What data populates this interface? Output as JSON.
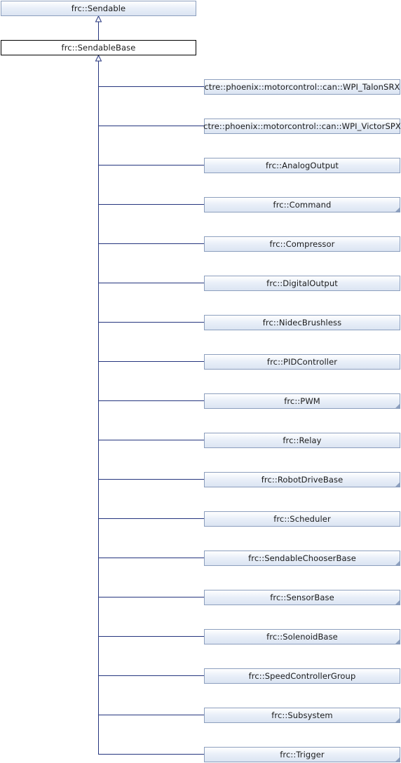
{
  "base_class": "frc::Sendable",
  "current_class": "frc::SendableBase",
  "derived_classes": [
    {
      "name": "ctre::phoenix::motorcontrol::can::WPI_TalonSRX",
      "has_more": false
    },
    {
      "name": "ctre::phoenix::motorcontrol::can::WPI_VictorSPX",
      "has_more": false
    },
    {
      "name": "frc::AnalogOutput",
      "has_more": false
    },
    {
      "name": "frc::Command",
      "has_more": true
    },
    {
      "name": "frc::Compressor",
      "has_more": false
    },
    {
      "name": "frc::DigitalOutput",
      "has_more": false
    },
    {
      "name": "frc::NidecBrushless",
      "has_more": false
    },
    {
      "name": "frc::PIDController",
      "has_more": false
    },
    {
      "name": "frc::PWM",
      "has_more": true
    },
    {
      "name": "frc::Relay",
      "has_more": false
    },
    {
      "name": "frc::RobotDriveBase",
      "has_more": true
    },
    {
      "name": "frc::Scheduler",
      "has_more": false
    },
    {
      "name": "frc::SendableChooserBase",
      "has_more": true
    },
    {
      "name": "frc::SensorBase",
      "has_more": true
    },
    {
      "name": "frc::SolenoidBase",
      "has_more": true
    },
    {
      "name": "frc::SpeedControllerGroup",
      "has_more": false
    },
    {
      "name": "frc::Subsystem",
      "has_more": true
    },
    {
      "name": "frc::Trigger",
      "has_more": true
    }
  ],
  "colors": {
    "node_border": "#8c9fbe",
    "edge": "#25357e",
    "current_border": "#000000"
  }
}
